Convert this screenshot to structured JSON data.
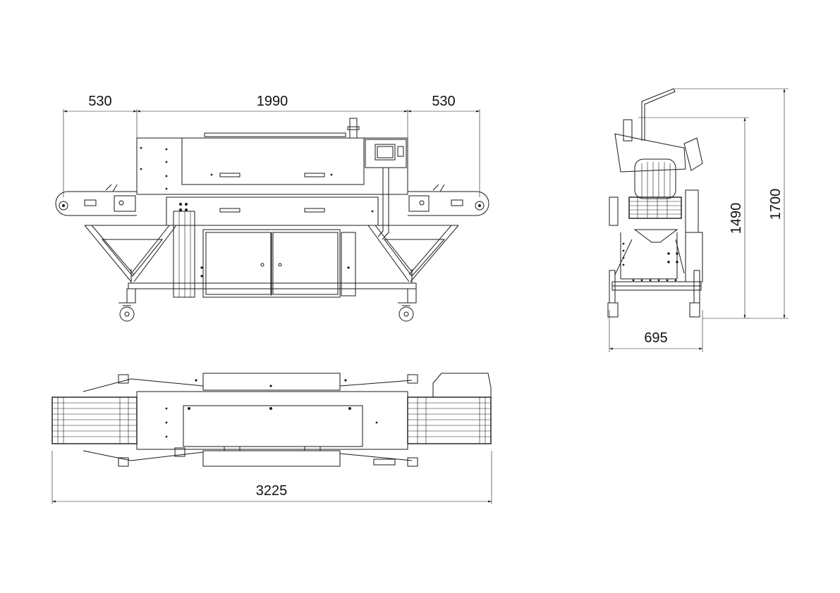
{
  "dimensions": {
    "front_left_conveyor": "530",
    "front_center_body": "1990",
    "front_right_conveyor": "530",
    "side_depth": "695",
    "side_height_body": "1490",
    "side_height_total": "1700",
    "top_total_length": "3225"
  }
}
